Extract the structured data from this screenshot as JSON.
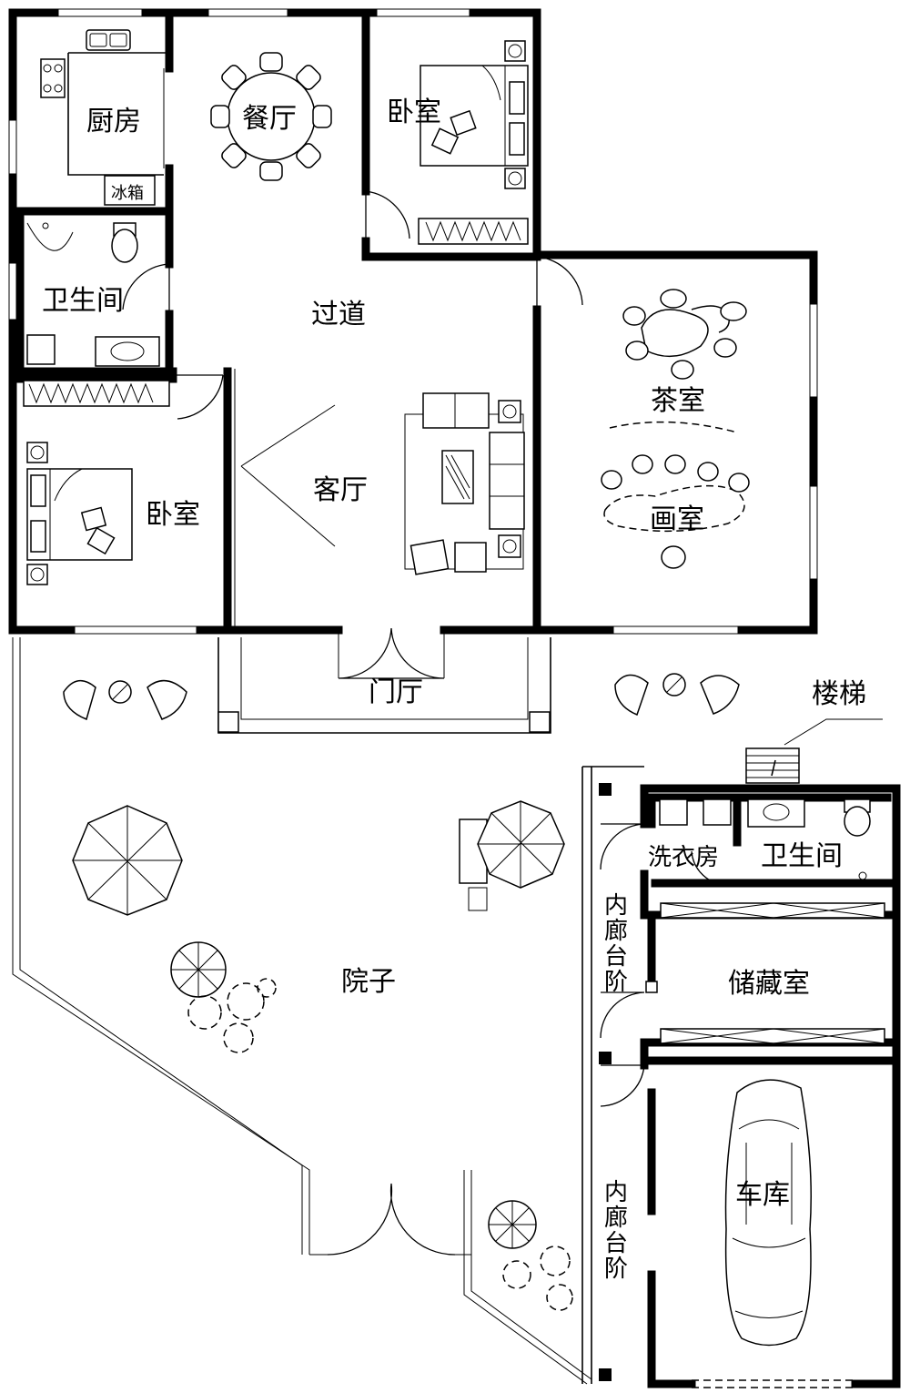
{
  "rooms": {
    "kitchen": "厨房",
    "dining": "餐厅",
    "bedroom_north": "卧室",
    "bathroom_west": "卫生间",
    "corridor": "过道",
    "tea_room": "茶室",
    "living_room": "客厅",
    "bedroom_west": "卧室",
    "painting_room": "画室",
    "entrance_hall": "门厅",
    "stairs": "楼梯",
    "laundry": "洗衣房",
    "bathroom_east": "卫生间",
    "storage": "储藏室",
    "garage": "车库",
    "courtyard": "院子"
  },
  "fixtures": {
    "fridge": "冰箱"
  },
  "vertical_labels": {
    "inner_steps_upper": [
      "内",
      "廊",
      "台",
      "阶"
    ],
    "inner_steps_lower": [
      "内",
      "廊",
      "台",
      "阶"
    ]
  }
}
